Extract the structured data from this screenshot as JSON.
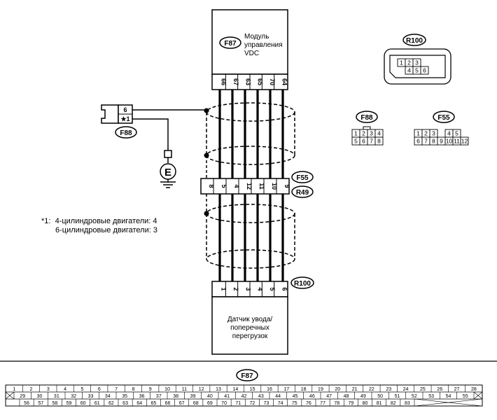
{
  "ecm": {
    "tag": "F87",
    "title_lines": [
      "Модуль",
      "управления",
      "VDC"
    ],
    "pins": [
      "66",
      "67",
      "63",
      "65",
      "70",
      "64"
    ]
  },
  "sensor": {
    "tag": "R100",
    "title_lines": [
      "Датчик увода/",
      "поперечных",
      "перегрузок"
    ],
    "pins": [
      "1",
      "2",
      "3",
      "4",
      "5",
      "6"
    ]
  },
  "mid_connector": {
    "tags": [
      "F55",
      "R49"
    ],
    "pins": [
      "8",
      "5",
      "4",
      "12",
      "11",
      "10",
      "9"
    ]
  },
  "f88_connector": {
    "tag": "F88",
    "pins": [
      "6",
      "★1"
    ]
  },
  "ground_label": "E",
  "footnote": {
    "lines": [
      "*1:  4-цилиндровые двигатели: 4",
      "6-цилиндровые двигатели: 3"
    ]
  },
  "views": {
    "r100": {
      "tag": "R100",
      "rows": [
        [
          "1",
          "2",
          "3"
        ],
        [
          "4",
          "5",
          "6"
        ]
      ]
    },
    "f88": {
      "tag": "F88",
      "rows": [
        [
          "1",
          "2",
          "3",
          "4"
        ],
        [
          "5",
          "6",
          "7",
          "8"
        ]
      ]
    },
    "f55": {
      "tag": "F55",
      "rows": [
        [
          "1",
          "2",
          "3",
          "",
          "4",
          "5"
        ],
        [
          "6",
          "7",
          "8",
          "9",
          "10",
          "11",
          "12"
        ]
      ]
    }
  },
  "pin_table": {
    "tag": "F87",
    "row1": [
      "1",
      "2",
      "3",
      "4",
      "5",
      "6",
      "7",
      "8",
      "9",
      "10",
      "11",
      "12",
      "13",
      "14",
      "15",
      "16",
      "17",
      "18",
      "19",
      "20",
      "21",
      "22",
      "23",
      "24",
      "25",
      "26",
      "27",
      "28"
    ],
    "row2": [
      "29",
      "30",
      "31",
      "32",
      "33",
      "34",
      "35",
      "36",
      "37",
      "38",
      "39",
      "40",
      "41",
      "42",
      "43",
      "44",
      "45",
      "46",
      "47",
      "48",
      "49",
      "50",
      "51",
      "52",
      "53",
      "54",
      "55"
    ],
    "row3": [
      "56",
      "57",
      "58",
      "59",
      "60",
      "61",
      "62",
      "63",
      "64",
      "65",
      "66",
      "67",
      "68",
      "69",
      "70",
      "71",
      "72",
      "73",
      "74",
      "75",
      "76",
      "77",
      "78",
      "79",
      "80",
      "81",
      "82",
      "83"
    ]
  }
}
